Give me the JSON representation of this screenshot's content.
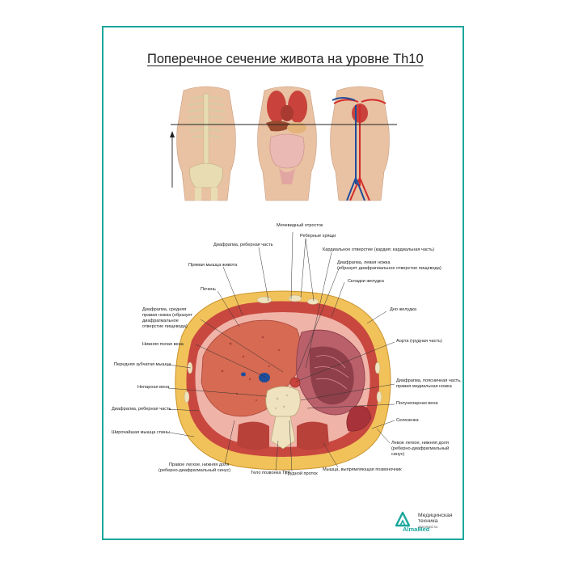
{
  "poster": {
    "title": "Поперечное сечение живота на уровне Th10",
    "figures": [
      "skeleton-torso",
      "organs-torso",
      "vessels-torso",
      "abdomen-cross-section"
    ],
    "labels": {
      "xiphoid": "Мечевидный отросток",
      "costal_cartilage": "Реберные хрящи",
      "diaphragm_costal_top": "Диафрагма, реберная часть",
      "cardial_opening": "Кардиальное отверстие (кардия; кардиальная часть)",
      "rectus": "Прямая мышца живота",
      "diaphragm_left_crus_1": "Диафрагма, левая ножка",
      "diaphragm_left_crus_2": "(образует диафрагмальное отверстие пищевода)",
      "gastric_folds": "Складки желудка",
      "liver": "Печень",
      "fundus": "Дно желудка",
      "diaphragm_right_crus_1": "Диафрагма, средняя",
      "diaphragm_right_crus_2": "правая ножка (образует",
      "diaphragm_right_crus_3": "диафрагмальное",
      "diaphragm_right_crus_4": "отверстие пищевода)",
      "ivc": "Нижняя полая вена",
      "aorta": "Аорта (грудная часть)",
      "serratus": "Передняя зубчатая мышца",
      "azygos": "Непарная вена",
      "diaphragm_lumbar_1": "Диафрагма, поясничная часть,",
      "diaphragm_lumbar_2": "правая медиальная ножка",
      "hemiazygos": "Полунепарная вена",
      "diaphragm_costal_bottom": "Диафрагма, реберная часть",
      "spleen": "Селезенка",
      "latissimus": "Широчайшая мышца спины",
      "left_lung_1": "Левое легкое, нижняя доля",
      "left_lung_2": "(реберно-диафрагмальный",
      "left_lung_3": "синус)",
      "right_lung_1": "Правое легкое, нижняя доля",
      "right_lung_2": "(реберно-диафрагмальный синус)",
      "vertebra": "Тело позвонка ThX",
      "thoracic_duct": "Грудной проток",
      "erector": "Мышца, выпрямляющая позвоночник"
    }
  },
  "brand": {
    "name": "AlmaMed",
    "line1": "Медицинская",
    "line2": "техника",
    "site": "almamed.su",
    "accent": "#1aa79d"
  },
  "colors": {
    "border": "#1aa79d",
    "fat": "#f2c25a",
    "muscle": "#c8483f",
    "liver": "#d66a52",
    "stomach": "#b9606b",
    "bone": "#efe3bf",
    "vein": "#1f4d9a"
  }
}
